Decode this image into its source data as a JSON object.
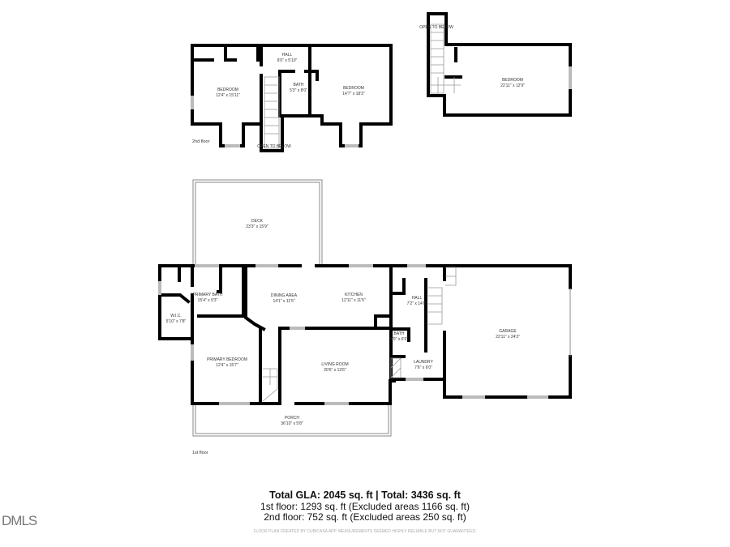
{
  "second_floor": {
    "label": "2nd floor",
    "rooms": [
      {
        "name": "HALL",
        "dims": "9'0\" x 5'10\""
      },
      {
        "name": "BEDROOM",
        "dims": "12'4\" x 15'11\""
      },
      {
        "name": "BATH",
        "dims": "5'3\" x 8'0\""
      },
      {
        "name": "BEDROOM",
        "dims": "14'7\" x 18'3\""
      },
      {
        "name": "BEDROOM",
        "dims": "22'11\" x 12'9\""
      }
    ],
    "notes": [
      "OPEN TO BELOW",
      "OPEN TO BELOW"
    ]
  },
  "first_floor": {
    "label": "1st floor",
    "rooms": [
      {
        "name": "DECK",
        "dims": "23'3\" x 15'9\""
      },
      {
        "name": "PRIMARY BATH",
        "dims": "15'4\" x 9'3\""
      },
      {
        "name": "W.I.C.",
        "dims": "5'10\" x 7'8\""
      },
      {
        "name": "DINING AREA",
        "dims": "14'1\" x 11'5\""
      },
      {
        "name": "KITCHEN",
        "dims": "12'11\" x 11'5\""
      },
      {
        "name": "HALL",
        "dims": "7'2\" x 14'8\""
      },
      {
        "name": "BATH",
        "dims": "5'0\" x 6'9\""
      },
      {
        "name": "PRIMARY BEDROOM",
        "dims": "12'4\" x 15'7\""
      },
      {
        "name": "LIVING ROOM",
        "dims": "20'6\" x 13'6\""
      },
      {
        "name": "LAUNDRY",
        "dims": "7'6\" x 6'0\""
      },
      {
        "name": "GARAGE",
        "dims": "22'11\" x 24'2\""
      },
      {
        "name": "PORCH",
        "dims": "36'10\" x 5'8\""
      }
    ]
  },
  "summary": {
    "total": "Total GLA: 2045 sq. ft | Total: 3436 sq. ft",
    "first": "1st floor: 1293 sq. ft (Excluded areas 1166 sq. ft)",
    "second": "2nd floor: 752 sq. ft (Excluded areas 250 sq. ft)",
    "disclaimer": "FLOOR PLAN CREATED BY CUBICASA APP. MEASUREMENTS DEEMED HIGHLY RELIABLE BUT NOT GUARANTEED."
  },
  "watermark": "DMLS"
}
